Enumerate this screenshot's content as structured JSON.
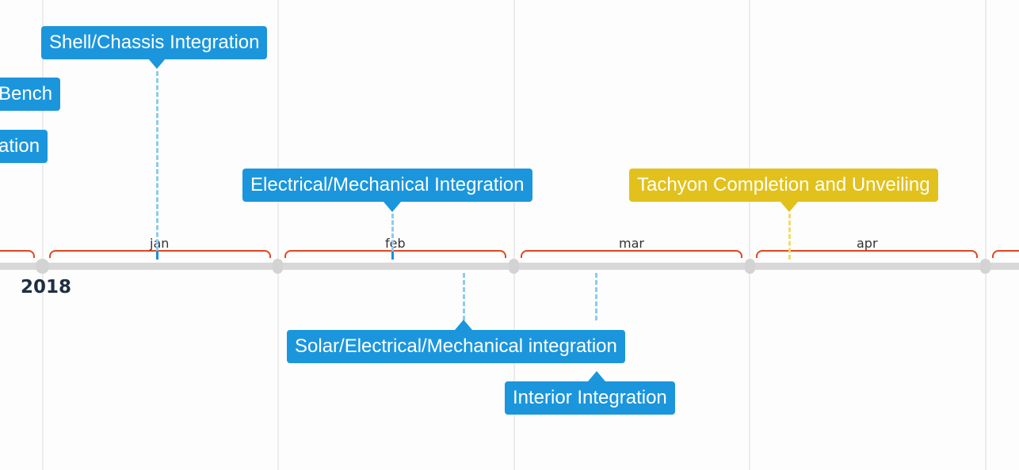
{
  "timeline": {
    "year_label": "2018",
    "months": [
      "jan",
      "feb",
      "mar",
      "apr"
    ],
    "colors": {
      "item": "#1b96dc",
      "highlight": "#e2c11d",
      "month_brace": "#e0471d",
      "axis": "#d8d8d8"
    },
    "items": [
      {
        "label": "Shell/Chassis Integration",
        "color": "blue"
      },
      {
        "label": "Bench",
        "color": "blue"
      },
      {
        "label": "ation",
        "color": "blue"
      },
      {
        "label": "Electrical/Mechanical Integration",
        "color": "blue"
      },
      {
        "label": "Tachyon Completion and Unveiling",
        "color": "gold"
      },
      {
        "label": "Solar/Electrical/Mechanical integration",
        "color": "blue"
      },
      {
        "label": "Interior Integration",
        "color": "blue"
      }
    ]
  }
}
